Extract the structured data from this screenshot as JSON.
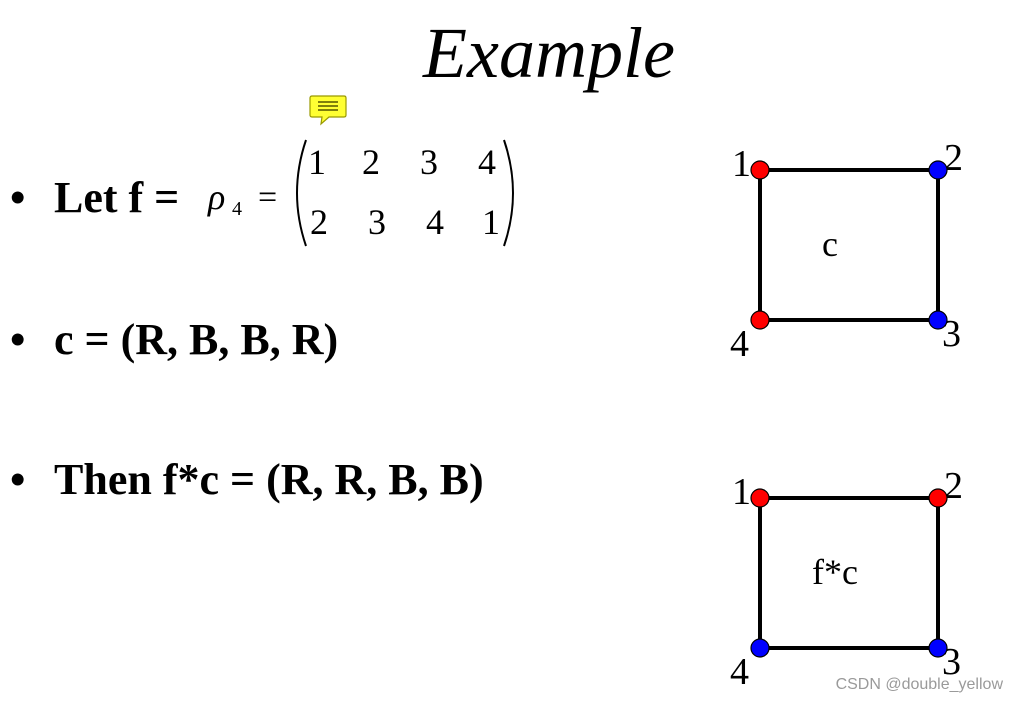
{
  "title": "Example",
  "comment_icon": "speech-bubble-note-icon",
  "bullets": [
    {
      "text": "Let f = "
    },
    {
      "text": "c = (R, B, B, R)"
    },
    {
      "text": "Then f*c = (R, R, B, B)"
    }
  ],
  "bullet_symbol": "•",
  "permutation": {
    "symbol": "ρ",
    "subscript": "4",
    "equals": "=",
    "top_row": [
      "1",
      "2",
      "3",
      "4"
    ],
    "bottom_row": [
      "2",
      "3",
      "4",
      "1"
    ]
  },
  "diagrams": [
    {
      "label": "c",
      "vertex_labels": [
        "1",
        "2",
        "3",
        "4"
      ],
      "vertex_colors": [
        "#ff0000",
        "#0000ff",
        "#0000ff",
        "#ff0000"
      ]
    },
    {
      "label": "f*c",
      "vertex_labels": [
        "1",
        "2",
        "3",
        "4"
      ],
      "vertex_colors": [
        "#ff0000",
        "#ff0000",
        "#0000ff",
        "#0000ff"
      ]
    }
  ],
  "watermark": "CSDN @double_yellow"
}
